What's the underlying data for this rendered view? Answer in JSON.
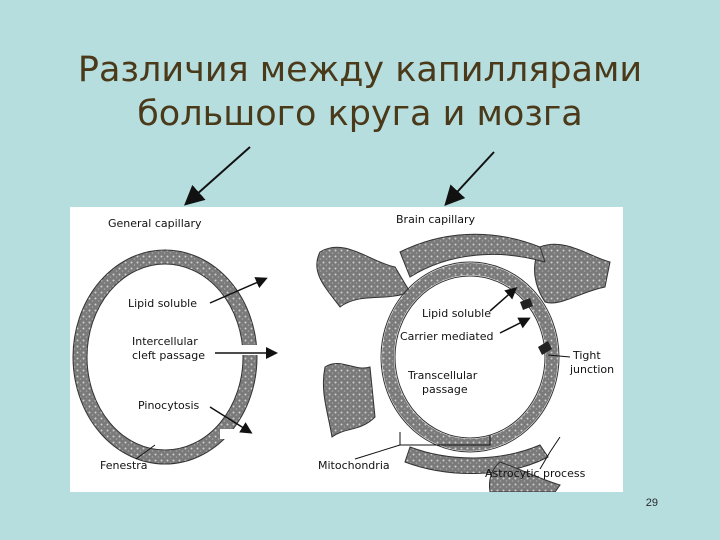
{
  "slide": {
    "title_line1": "Различия между капиллярами",
    "title_line2": "большого круга и мозга",
    "page_number": "29"
  },
  "figure": {
    "general": {
      "heading": "General capillary",
      "lipid_soluble": "Lipid soluble",
      "cleft_line1": "Intercellular",
      "cleft_line2": "cleft passage",
      "pinocytosis": "Pinocytosis",
      "fenestra": "Fenestra"
    },
    "brain": {
      "heading": "Brain capillary",
      "lipid_soluble": "Lipid soluble",
      "carrier_mediated": "Carrier mediated",
      "transcellular_line1": "Transcellular",
      "transcellular_line2": "passage",
      "tight_line1": "Tight",
      "tight_line2": "junction",
      "mitochondria": "Mitochondria",
      "astrocytic": "Astrocytic process"
    }
  },
  "colors": {
    "background": "#b6dedf",
    "title": "#4a3a1a",
    "wall": "#6b6b6b",
    "astrocyte": "#7d7d7d"
  }
}
